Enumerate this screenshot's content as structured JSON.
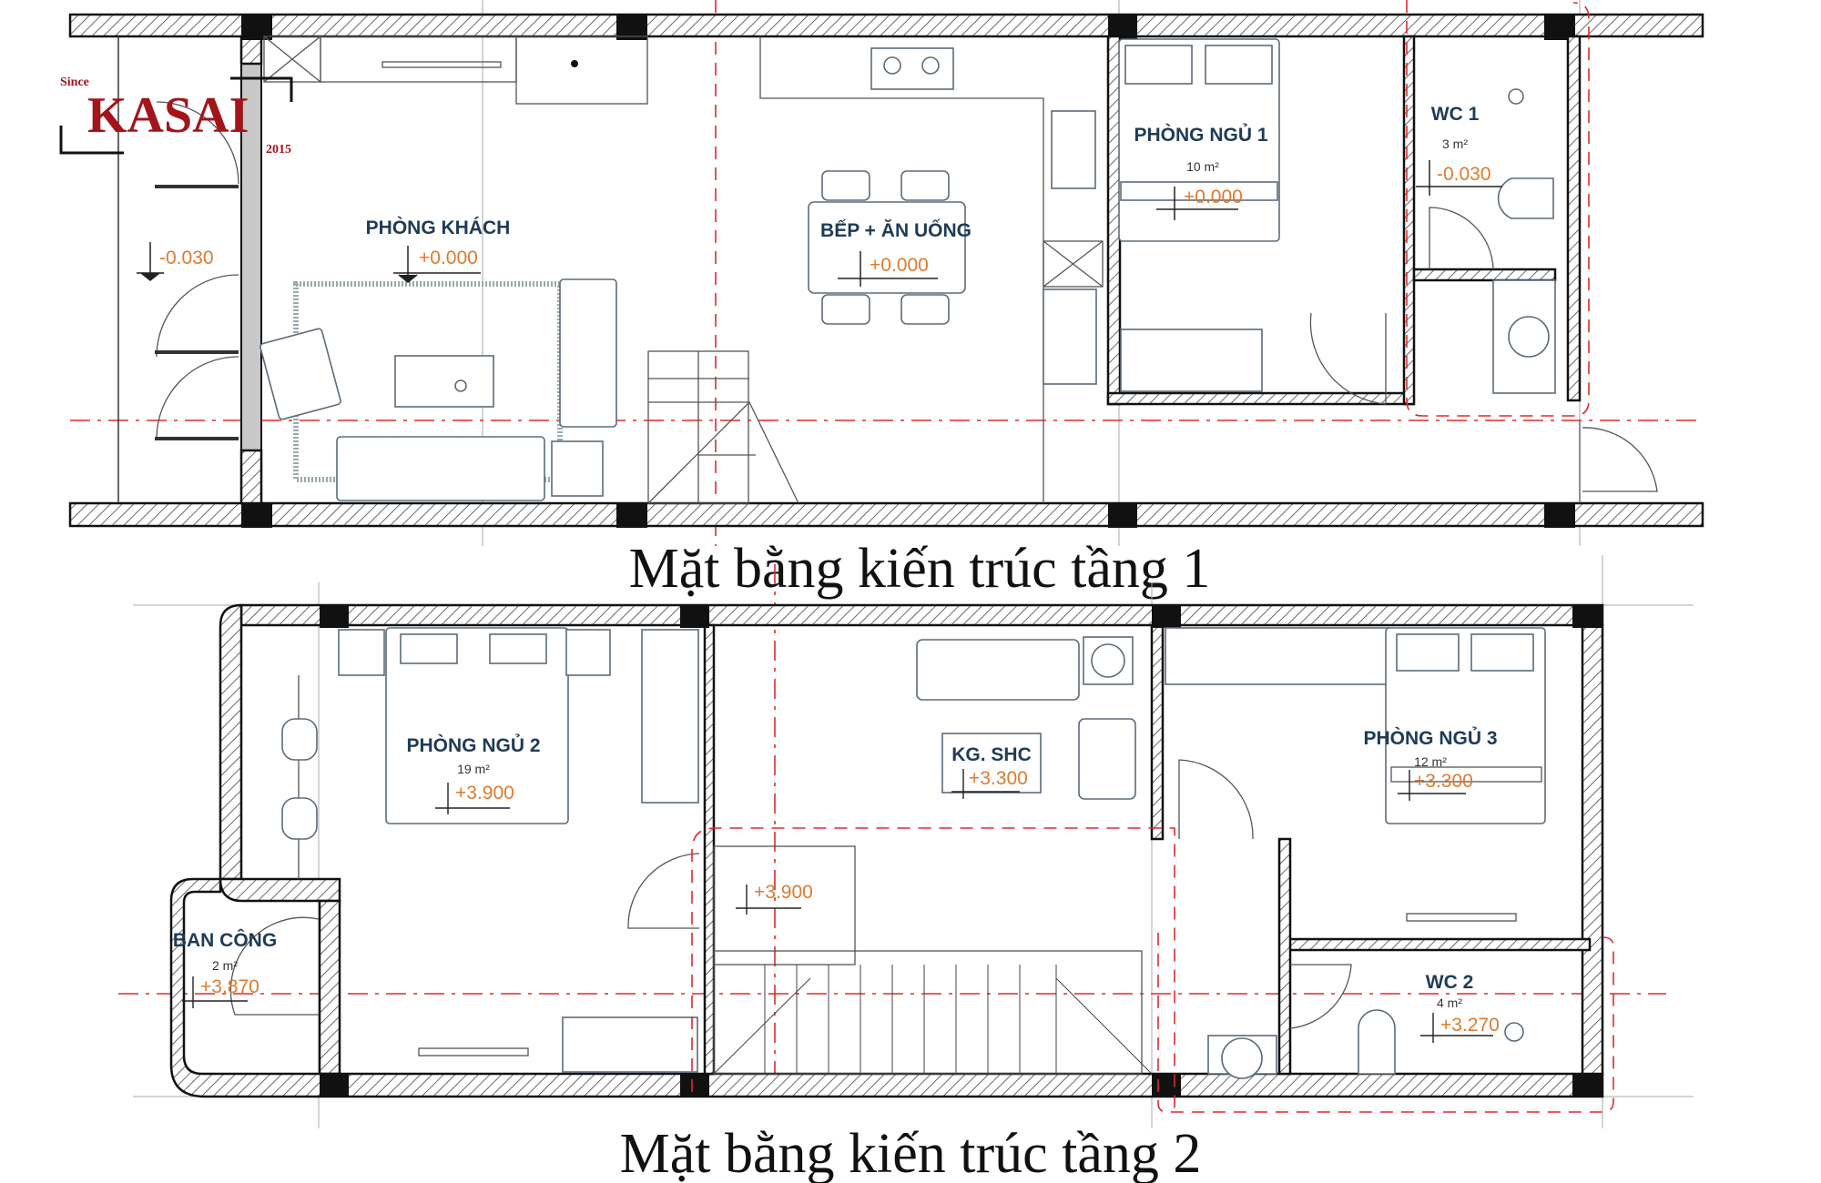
{
  "logo": {
    "since": "Since",
    "brand": "KASAI",
    "year": "2015",
    "color": "#a3141b"
  },
  "floor1": {
    "title": "Mặt bằng kiến trúc tầng 1",
    "rooms": {
      "entrance": {
        "level": "-0.030"
      },
      "living": {
        "name": "PHÒNG KHÁCH",
        "level": "+0.000"
      },
      "kitchen": {
        "name": "BẾP + ĂN UỐNG",
        "level": "+0.000"
      },
      "bedroom1": {
        "name": "PHÒNG NGỦ 1",
        "area": "10 m²",
        "level": "+0.000"
      },
      "wc1": {
        "name": "WC 1",
        "area": "3 m²",
        "level": "-0.030"
      }
    }
  },
  "floor2": {
    "title": "Mặt bằng kiến trúc tầng 2",
    "rooms": {
      "bedroom2": {
        "name": "PHÒNG NGỦ 2",
        "area": "19 m²",
        "level": "+3.900"
      },
      "balcony": {
        "name": "BAN CÔNG",
        "area": "2 m²",
        "level": "+3.870"
      },
      "stair": {
        "level": "+3.900"
      },
      "family": {
        "name": "KG. SHC",
        "level": "+3.300"
      },
      "bedroom3": {
        "name": "PHÒNG NGỦ 3",
        "area": "12 m²",
        "level": "+3.300"
      },
      "wc2": {
        "name": "WC 2",
        "area": "4 m²",
        "level": "+3.270"
      }
    }
  },
  "colors": {
    "label": "#1f3b57",
    "level": "#e07a2e",
    "axis": "#e02a2a",
    "wall": "#111111"
  }
}
